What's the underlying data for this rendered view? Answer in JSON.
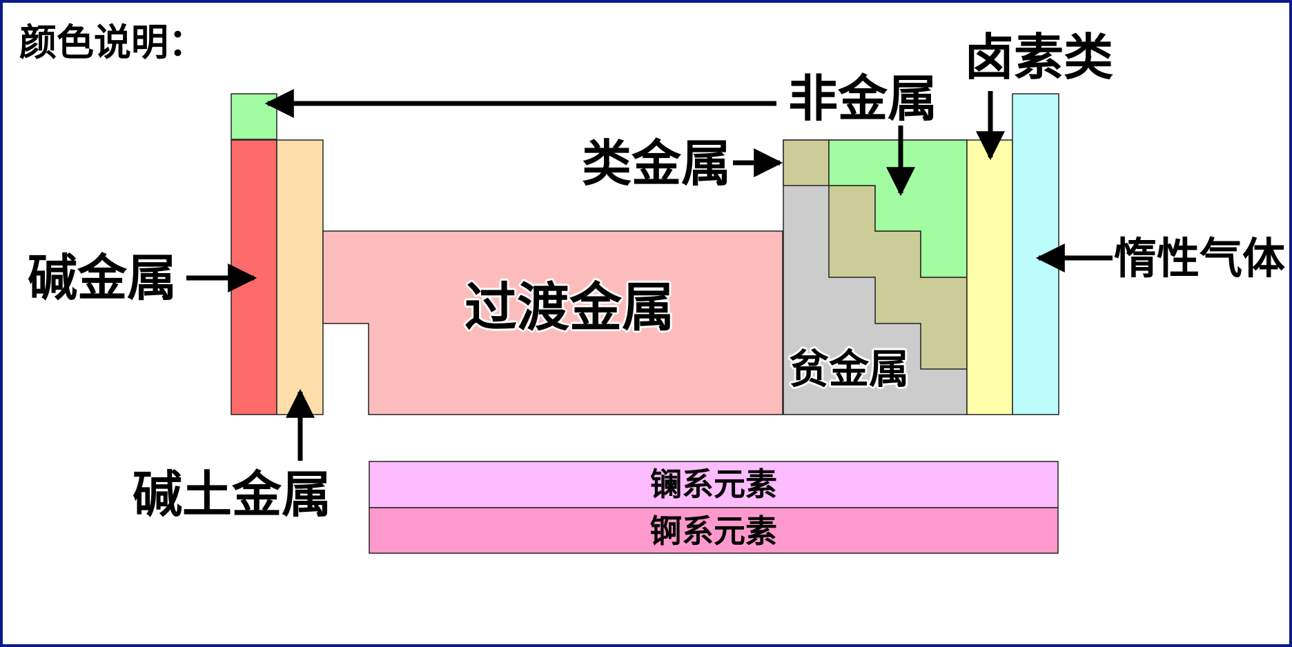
{
  "title": "颜色说明：",
  "legend": {
    "alkali_metal": "碱金属",
    "alkaline_earth_metal": "碱土金属",
    "transition_metal": "过渡金属",
    "nonmetal": "非金属",
    "metalloid": "类金属",
    "halogen": "卤素类",
    "noble_gas": "惰性气体",
    "poor_metal": "贫金属",
    "lanthanide": "镧系元素",
    "actinide": "锕系元素"
  },
  "colors": {
    "border": "#0a1a8c",
    "alkali_metal": "#ff6b6b",
    "alkaline_earth_metal": "#fddeaa",
    "transition_metal": "#fdbcbc",
    "nonmetal": "#a2fca2",
    "metalloid": "#cccc99",
    "halogen": "#ffffaa",
    "noble_gas": "#bdfcfc",
    "poor_metal": "#cccccc",
    "lanthanide": "#fdbcfd",
    "actinide": "#fd99cc",
    "arrow": "#000000"
  }
}
